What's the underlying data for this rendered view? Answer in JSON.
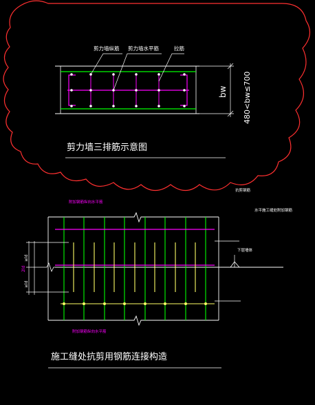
{
  "top_diagram": {
    "labels": {
      "vertical_bar": "剪力墙纵筋",
      "horizontal_bar": "剪力墙水平筋",
      "tie": "拉筋"
    },
    "dim_label": "bw",
    "range_label": "480<bw≤700",
    "title": "剪力墙三排筋示意图"
  },
  "bottom_diagram": {
    "label_top": "抗剪钢筋",
    "label_top_left": "附加钢筋纵向水平筋",
    "label_right_upper": "水平施工缝处附加钢筋",
    "label_right_mid": "下层墙体",
    "label_bottom_left": "附加钢筋纵向水平筋",
    "dim_upper": "≥ld",
    "dim_lower": "≥ld",
    "dim_total": "2ld",
    "title": "施工缝处抗剪用钢筋连接构造"
  },
  "colors": {
    "background": "#000000",
    "white": "#ffffff",
    "green": "#00ff00",
    "magenta": "#ff00ff",
    "yellow": "#ffff66",
    "cloud": "#ff3030"
  }
}
